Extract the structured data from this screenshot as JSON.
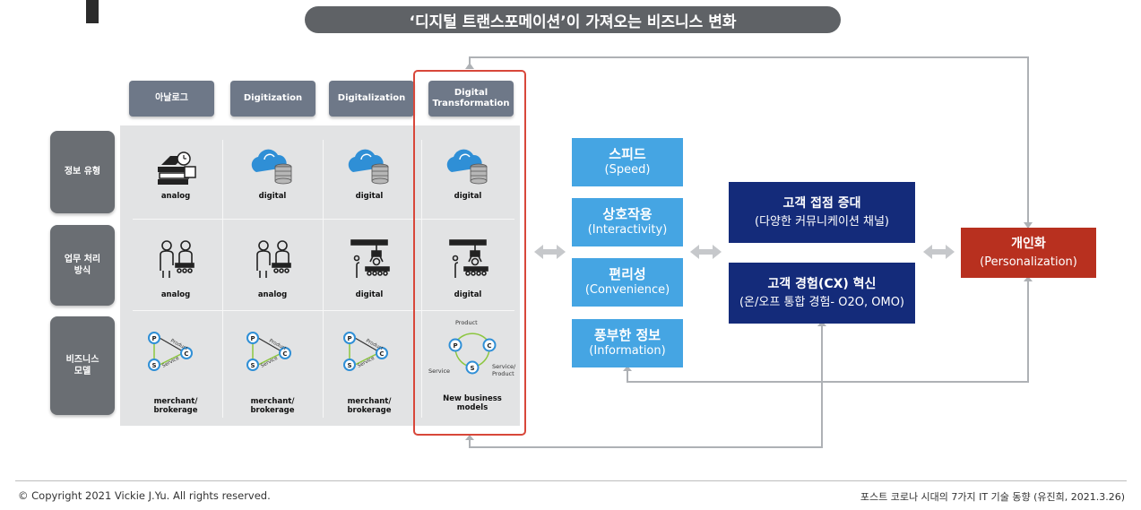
{
  "title": "‘디지털 트랜스포메이션’이 가져오는 비즈니스 변화",
  "columns": [
    "아날로그",
    "Digitization",
    "Digitalization",
    "Digital\nTransformation"
  ],
  "rows": [
    "정보 유형",
    "업무 처리\n방식",
    "비즈니스\n모델"
  ],
  "cells": {
    "info": [
      "analog",
      "digital",
      "digital",
      "digital"
    ],
    "work": [
      "analog",
      "analog",
      "digital",
      "digital"
    ],
    "model": [
      "merchant/\nbrokerage",
      "merchant/\nbrokerage",
      "merchant/\nbrokerage",
      "New business\nmodels"
    ]
  },
  "bm_diagram": {
    "p": "P",
    "c": "C",
    "s": "S",
    "product": "Product",
    "service": "Service",
    "service_product": "Service/\nProduct"
  },
  "benefits": [
    {
      "ko": "스피드",
      "en": "(Speed)"
    },
    {
      "ko": "상호작용",
      "en": "(Interactivity)"
    },
    {
      "ko": "편리성",
      "en": "(Convenience)"
    },
    {
      "ko": "풍부한 정보",
      "en": "(Information)"
    }
  ],
  "outcomes": [
    {
      "title": "고객 접점 증대",
      "sub": "(다양한 커뮤니케이션 채널)"
    },
    {
      "title": "고객 경험(CX) 혁신",
      "sub": "(온/오프 통합 경험- O2O, OMO)"
    }
  ],
  "result": {
    "title": "개인화",
    "sub": "(Personalization)"
  },
  "footer": {
    "copyright": "© Copyright 2021 Vickie J.Yu. All rights reserved.",
    "source": "포스트 코로나 시대의 7가지 IT 기술 동향 (유진희, 2021.3.26)"
  },
  "colors": {
    "benefit": "#45a5e3",
    "navy": "#142b7a",
    "personalization": "#b8301f",
    "highlight_frame": "#d8473a"
  }
}
